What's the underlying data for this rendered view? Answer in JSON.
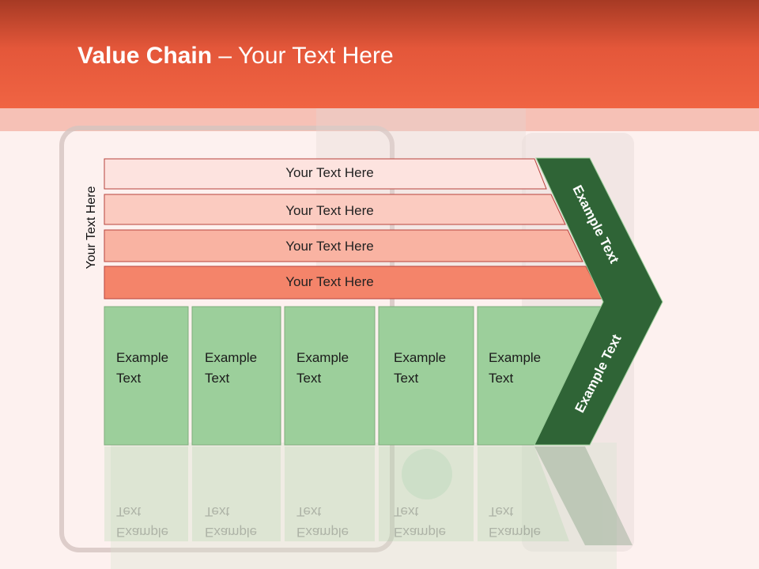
{
  "title": {
    "bold": "Value Chain",
    "rest": " – Your Text Here"
  },
  "side_label": "Your Text Here",
  "bars": [
    {
      "label": "Your Text Here",
      "color": "#fde3df"
    },
    {
      "label": "Your Text Here",
      "color": "#fbcbc0"
    },
    {
      "label": "Your Text Here",
      "color": "#f9b3a2"
    },
    {
      "label": "Your Text Here",
      "color": "#f4846a"
    }
  ],
  "boxes": [
    {
      "line1": "Example",
      "line2": "Text"
    },
    {
      "line1": "Example",
      "line2": "Text"
    },
    {
      "line1": "Example",
      "line2": "Text"
    },
    {
      "line1": "Example",
      "line2": "Text"
    },
    {
      "line1": "Example",
      "line2": "Text"
    }
  ],
  "chevron": {
    "top_label": "Example Text",
    "bottom_label": "Example Text"
  },
  "colors": {
    "header": "#f06443",
    "box_green": "#9ccf9b",
    "chevron_green": "#2f6436",
    "background": "#fdf1ef"
  }
}
